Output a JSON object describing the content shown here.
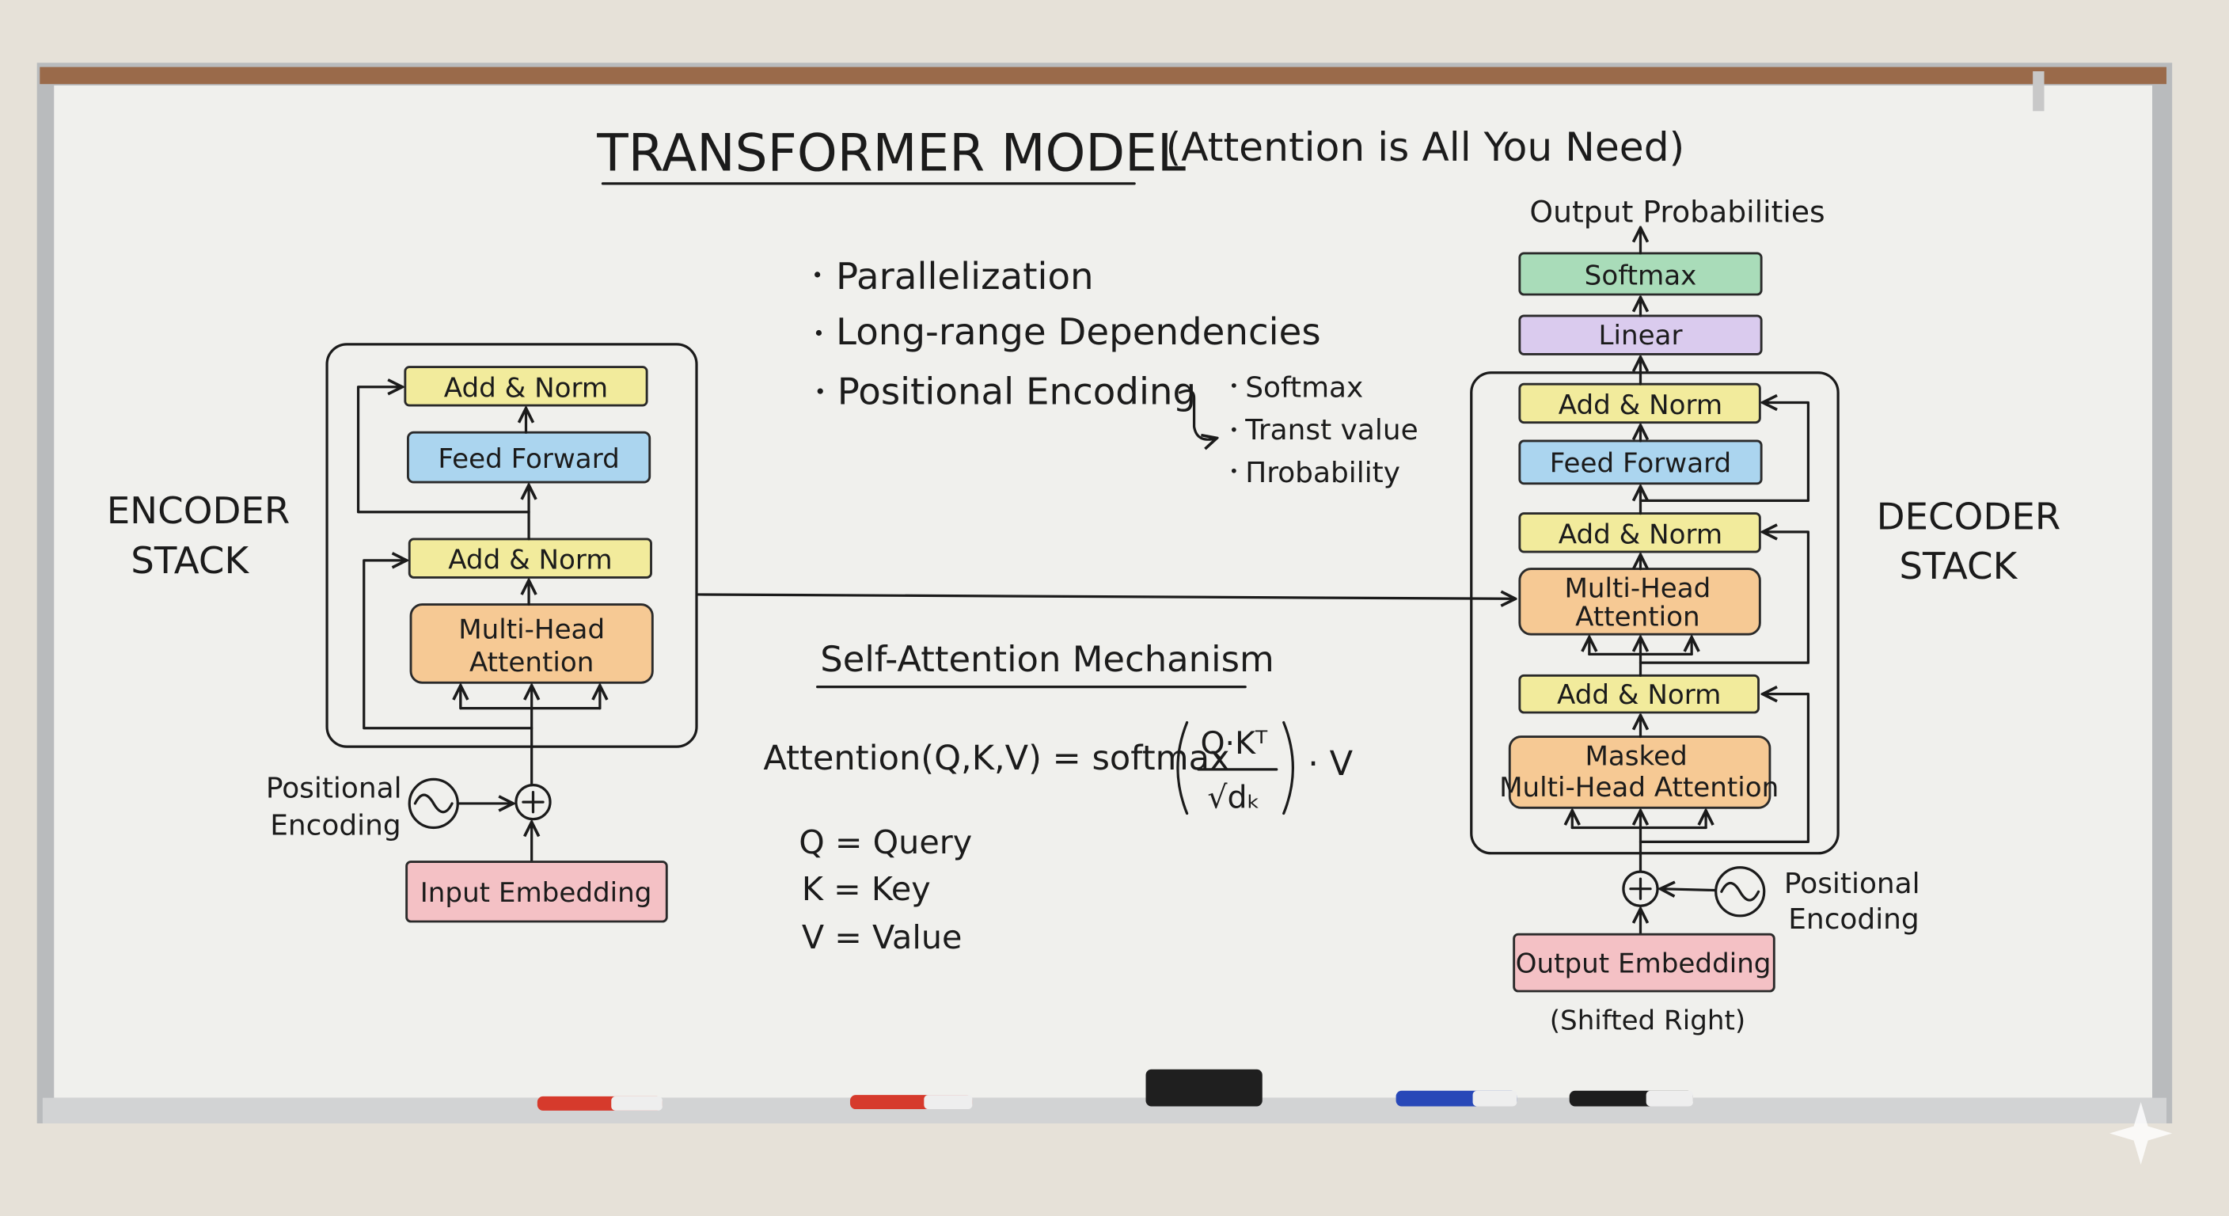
{
  "title": {
    "main": "TRANSFORMER MODEL",
    "sub": "(Attention is All You Need)"
  },
  "bullets": [
    "Parallelization",
    "Long-range Dependencies",
    "Positional Encoding"
  ],
  "sub_bullets": [
    "Softmax",
    "Transt value",
    "Πrobability"
  ],
  "encoder": {
    "label_line1": "ENCODER",
    "label_line2": "STACK",
    "add_norm_top": "Add & Norm",
    "feed_forward": "Feed Forward",
    "add_norm_bottom": "Add & Norm",
    "mha_line1": "Multi-Head",
    "mha_line2": "Attention",
    "pos_line1": "Positional",
    "pos_line2": "Encoding",
    "input_embedding": "Input Embedding"
  },
  "decoder": {
    "label_line1": "DECODER",
    "label_line2": "STACK",
    "output_probabilities": "Output Probabilities",
    "softmax": "Softmax",
    "linear": "Linear",
    "add_norm_1": "Add & Norm",
    "feed_forward": "Feed Forward",
    "add_norm_2": "Add & Norm",
    "mha_line1": "Multi-Head",
    "mha_line2": "Attention",
    "add_norm_3": "Add & Norm",
    "masked_line1": "Masked",
    "masked_line2": "Multi-Head Attention",
    "pos_line1": "Positional",
    "pos_line2": "Encoding",
    "output_embedding": "Output Embedding",
    "shifted": "(Shifted Right)"
  },
  "self_attention": {
    "heading": "Self-Attention Mechanism",
    "lhs": "Attention(Q,K,V) = softmax",
    "numerator": "Q·Kᵀ",
    "denominator": "√dₖ",
    "tail": "· V",
    "defs": [
      "Q = Query",
      "K = Key",
      "V = Value"
    ]
  },
  "colors": {
    "yellow": "#f2eb9c",
    "blue": "#abd5ef",
    "orange": "#f6c994",
    "pink": "#f4c1c5",
    "green": "#a9dcb9",
    "purple": "#dacbee",
    "board": "#f0f0ed",
    "rail": "#9a6a4a"
  }
}
